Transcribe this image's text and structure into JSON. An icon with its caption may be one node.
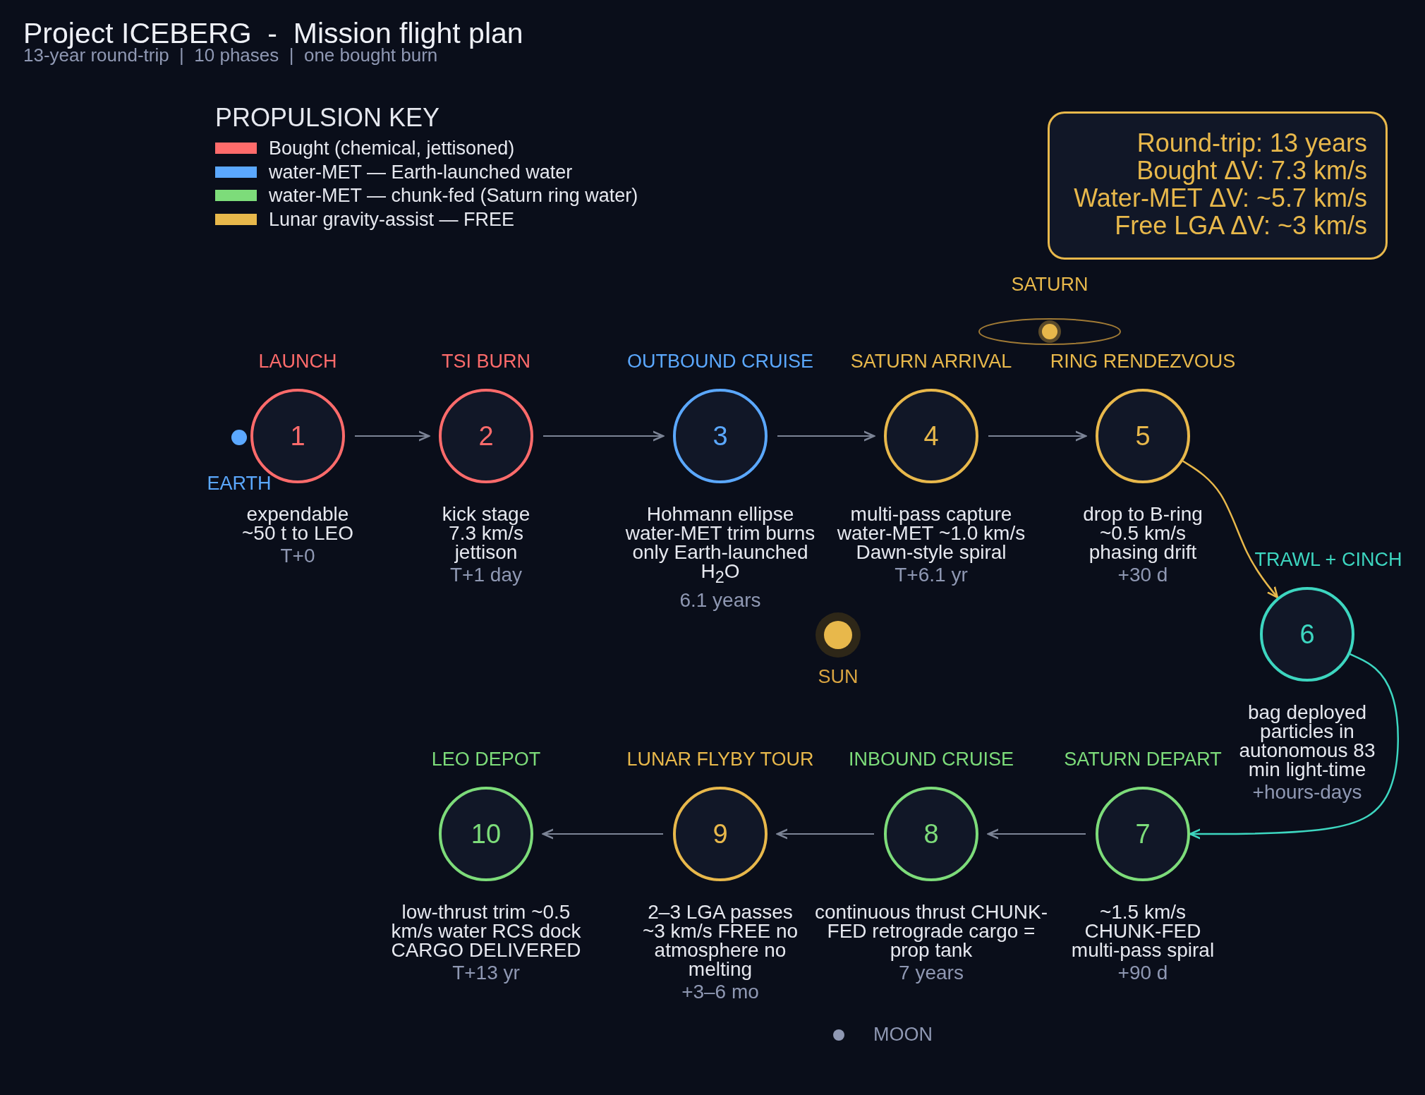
{
  "diagram": {
    "title": "Project ICEBERG  -  Mission flight plan",
    "nodes": [
      {
        "text": [
          "LAUNCH",
          "1"
        ],
        "beside": [
          "expendable ~50 t to LEO",
          "T+0"
        ]
      },
      {
        "text": [
          "TSI BURN",
          "2"
        ],
        "beside": [
          "kick stage 7.3 km/s jettison",
          "T+1 day"
        ]
      },
      {
        "text": [
          "OUTBOUND CRUISE",
          "3"
        ],
        "beside": [
          "Hohmann ellipse water-MET trim burns only Earth-launched H$_{2}$O",
          "6.1 years"
        ]
      },
      {
        "text": [
          "SATURN ARRIVAL",
          "4"
        ],
        "beside": [
          "multi-pass capture water-MET ~1.0 km/s Dawn-style spiral",
          "T+6.1 yr"
        ]
      },
      {
        "text": [
          "RING RENDEZVOUS",
          "5"
        ],
        "beside": [
          "drop to B-ring ~0.5 km/s phasing drift",
          "+30 d"
        ]
      },
      {
        "text": [
          "TRAWL + CINCH",
          "6"
        ],
        "beside": [
          "bag deployed particles in autonomous 83 min light-time",
          "+hours-days"
        ]
      },
      {
        "text": [
          "SATURN DEPART",
          "7"
        ],
        "beside": [
          "~1.5 km/s CHUNK-FED multi-pass spiral",
          "+90 d"
        ]
      },
      {
        "text": [
          "INBOUND CRUISE",
          "8"
        ],
        "beside": [
          "continuous thrust CHUNK-FED retrograde cargo = prop tank",
          "7 years"
        ]
      },
      {
        "text": [
          "LUNAR FLYBY TOUR",
          "9"
        ],
        "beside": [
          "2–3 LGA passes ~3 km/s FREE no atmosphere no melting",
          "+3–6 mo"
        ]
      },
      {
        "text": [
          "LEO DEPOT",
          "10"
        ],
        "beside": [
          "low-thrust trim ~0.5 km/s water RCS dock CARGO DELIVERED",
          "T+13 yr"
        ]
      },
      {
        "text": [
          "Round-trip: 13 years",
          "Bought ΔV: 7.3 km/s",
          "Water-MET ΔV: ~5.7 km/s",
          "Free LGA ΔV: ~3 km/s"
        ]
      }
    ],
    "edges": [
      {
        "from": 0,
        "to": 1,
        "arrow": "to"
      },
      {
        "from": 1,
        "to": 2,
        "arrow": "to"
      },
      {
        "from": 2,
        "to": 3,
        "arrow": "to"
      },
      {
        "from": 3,
        "to": 4,
        "arrow": "to"
      },
      {
        "from": 4,
        "to": 5,
        "arrow": "to",
        "color": "#e8b84b"
      },
      {
        "from": 5,
        "to": 6,
        "arrow": "to",
        "color": "#3dd6c0"
      },
      {
        "from": 6,
        "to": 7,
        "arrow": "to"
      },
      {
        "from": 7,
        "to": 8,
        "arrow": "to"
      },
      {
        "from": 8,
        "to": 9,
        "arrow": "to"
      }
    ],
    "labels": [
      "13-year round-trip  |  10 phases  |  one bought burn",
      "PROPULSION KEY",
      "SATURN",
      "EARTH",
      "SUN",
      "MOON"
    ],
    "legend": [
      {
        "text": "Bought (chemical, jettisoned)",
        "color": "#ff6b6b"
      },
      {
        "text": "water-MET — Earth-launched water",
        "color": "#5ba8ff"
      },
      {
        "text": "water-MET — chunk-fed (Saturn ring water)",
        "color": "#7ddc7a"
      },
      {
        "text": "Lunar gravity-assist — FREE",
        "color": "#e8b84b"
      }
    ]
  }
}
